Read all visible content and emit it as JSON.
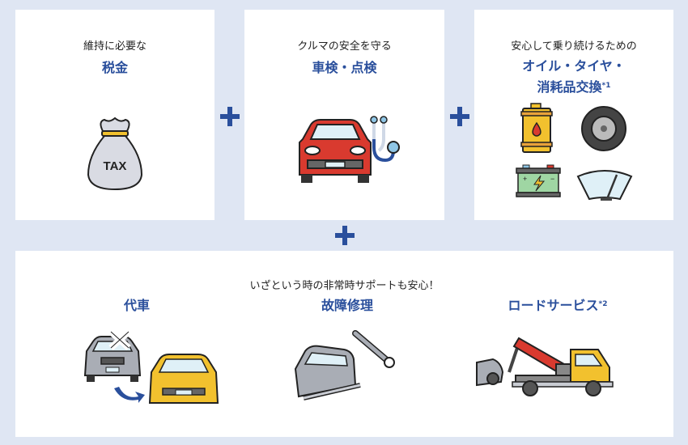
{
  "cards": [
    {
      "subtitle": "維持に必要な",
      "title": "税金",
      "icon": "tax-bag-icon",
      "icon_text": "TAX"
    },
    {
      "subtitle": "クルマの安全を守る",
      "title": "車検・点検",
      "icon": "car-stethoscope-icon"
    },
    {
      "subtitle": "安心して乗り続けるための",
      "title_line1": "オイル・タイヤ・",
      "title_line2": "消耗品交換",
      "title_note": "*1",
      "icons": [
        "oil-drum-icon",
        "tire-icon",
        "battery-icon",
        "wiper-icon"
      ]
    }
  ],
  "support": {
    "subtitle": "いざという時の非常時サポートも安心！",
    "items": [
      {
        "title": "代車",
        "icon": "replacement-car-icon"
      },
      {
        "title": "故障修理",
        "icon": "broken-car-wrench-icon"
      },
      {
        "title": "ロードサービス",
        "note": "*2",
        "icon": "tow-truck-icon"
      }
    ]
  },
  "colors": {
    "accent": "#2a4f9c",
    "background": "#dfe6f3",
    "card": "#ffffff"
  }
}
